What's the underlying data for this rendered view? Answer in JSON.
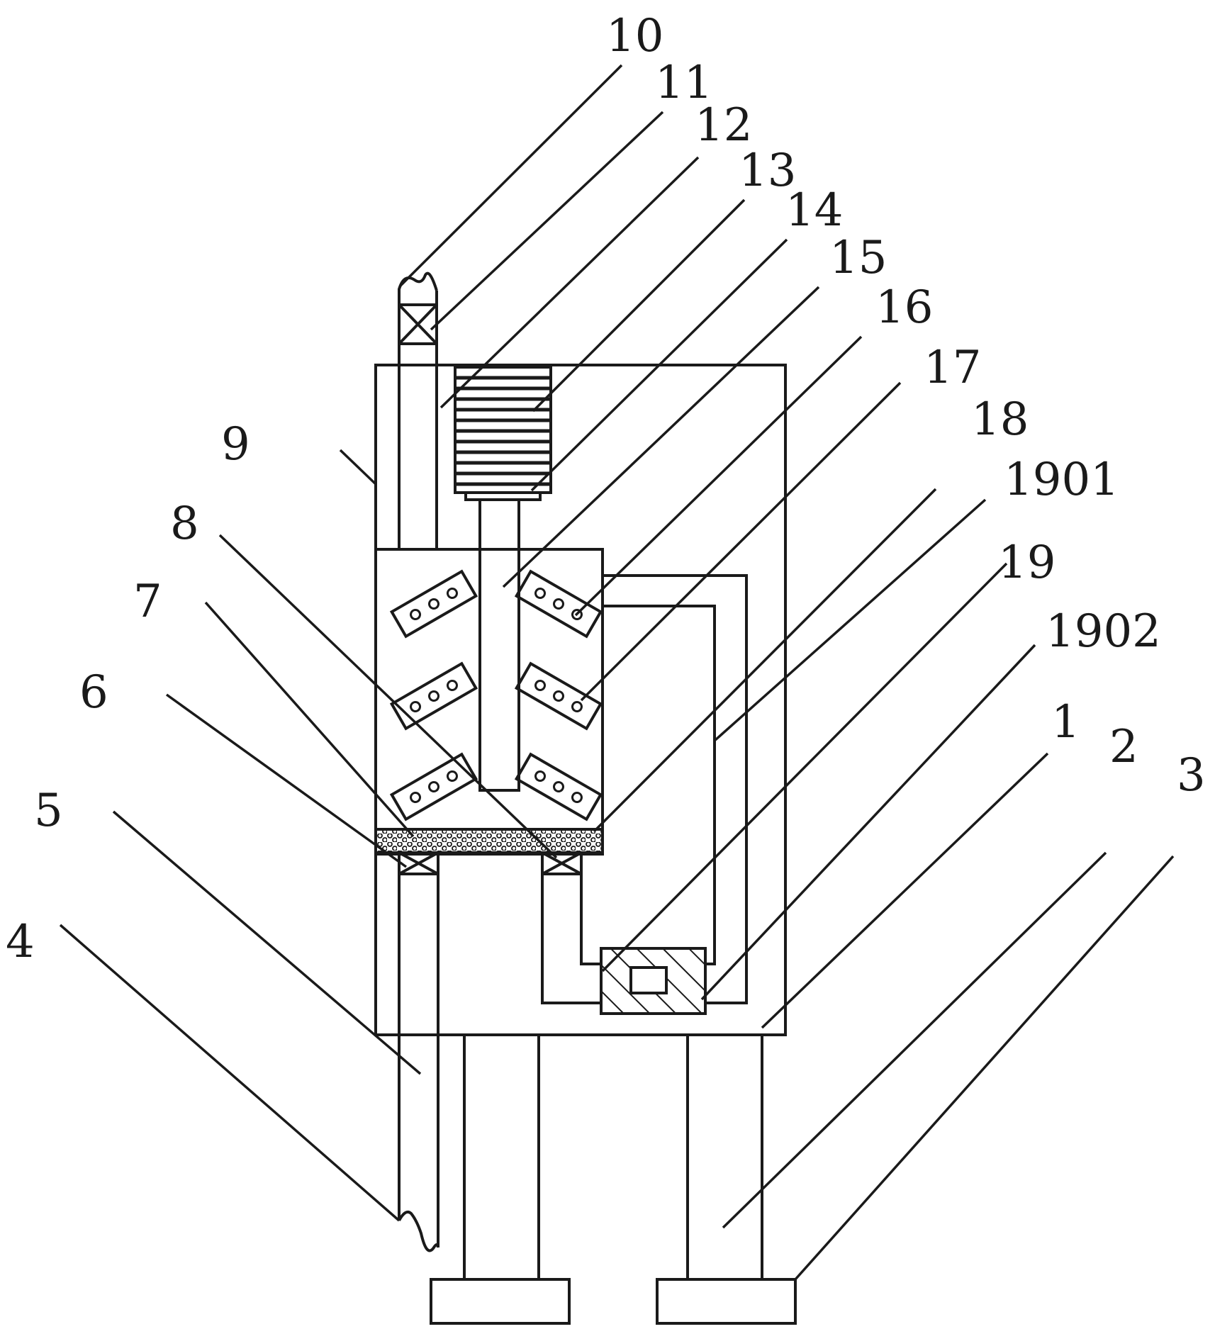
{
  "figure": {
    "line_color": "#1a1a1a",
    "background": "#ffffff",
    "labels": {
      "l10": "10",
      "l11": "11",
      "l12": "12",
      "l13": "13",
      "l14": "14",
      "l15": "15",
      "l16": "16",
      "l17": "17",
      "l18": "18",
      "l1901": "1901",
      "l19": "19",
      "l1902": "1902",
      "l9": "9",
      "l8": "8",
      "l7": "7",
      "l6": "6",
      "l5": "5",
      "l4": "4",
      "l1": "1",
      "l2": "2",
      "l3": "3"
    }
  }
}
